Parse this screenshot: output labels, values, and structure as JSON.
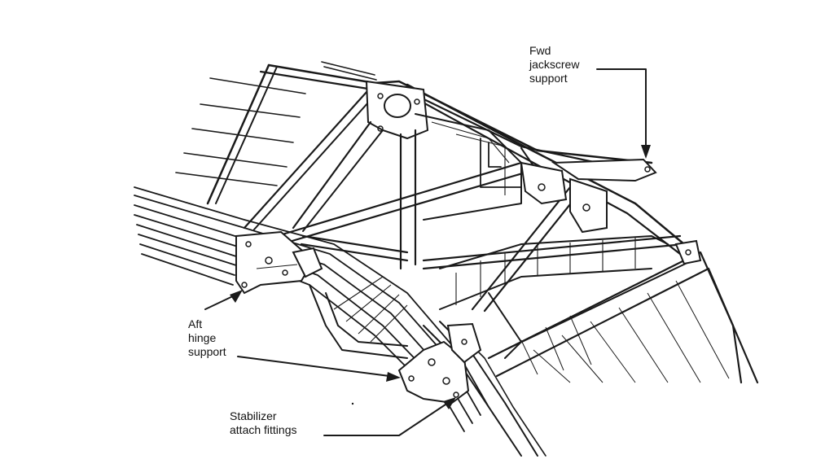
{
  "diagram": {
    "labels": {
      "fwd_jackscrew": [
        "Fwd",
        "jackscrew",
        "support"
      ],
      "aft_hinge": [
        "Aft",
        "hinge",
        "support"
      ],
      "stabilizer": [
        "Stabilizer",
        "attach fittings"
      ]
    }
  }
}
